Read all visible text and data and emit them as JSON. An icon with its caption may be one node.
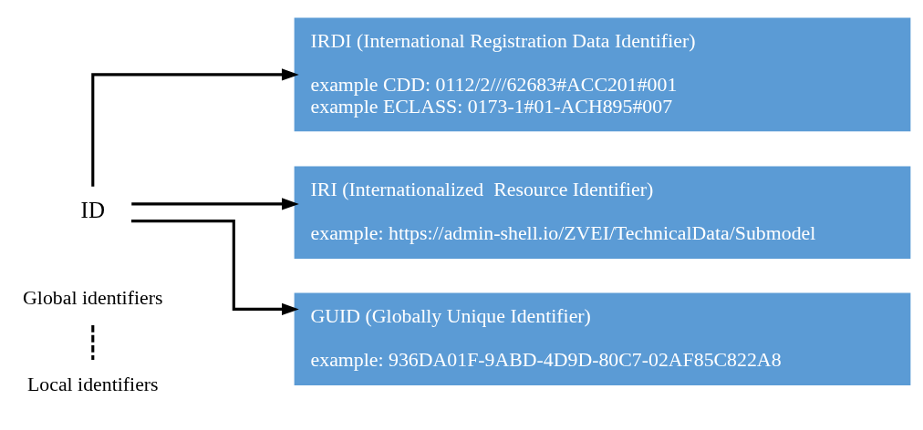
{
  "diagram": {
    "nodes": [
      {
        "text": [
          "ID"
        ]
      },
      {
        "text": [
          "IRDI (International Registration Data Identifier)",
          "example CDD: 0112/2///62683#ACC201#001",
          "example ECLASS: 0173-1#01-ACH895#007"
        ]
      },
      {
        "text": [
          "IRI (Internationalized  Resource Identifier)",
          "example: https://admin-shell.io/ZVEI/TechnicalData/Submodel"
        ]
      },
      {
        "text": [
          "GUID (Globally Unique Identifier)",
          "example: 936DA01F-9ABD-4D9D-80C7-02AF85C822A8"
        ]
      }
    ],
    "edges": [
      {
        "from": 0,
        "to": 1,
        "arrow": "to"
      },
      {
        "from": 0,
        "to": 2,
        "arrow": "to"
      },
      {
        "from": 0,
        "to": 3,
        "arrow": "to"
      }
    ],
    "labels": [
      "Global identifiers",
      "Local identifiers"
    ]
  }
}
